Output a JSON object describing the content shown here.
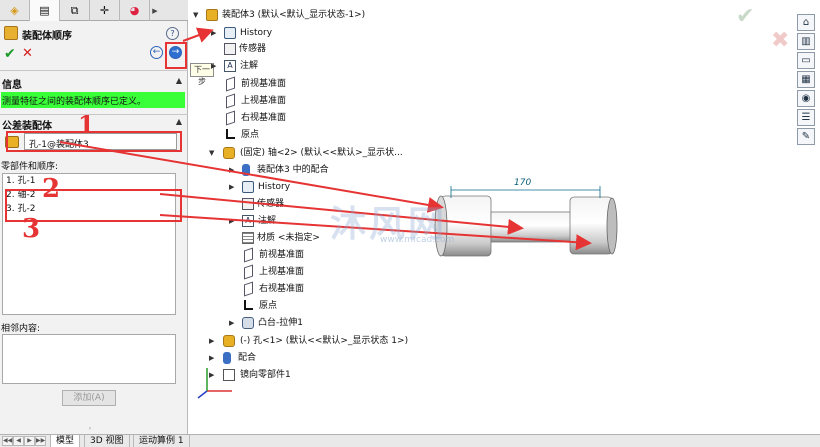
{
  "left_panel": {
    "pm_title": "装配体顺序",
    "next_tooltip": "下一步",
    "info": {
      "header": "信息",
      "message": "测量特征之间的装配体顺序已定义。"
    },
    "tolerance": {
      "header": "公差装配体",
      "field_value": "孔-1@装配体3"
    },
    "order": {
      "label": "零部件和顺序:",
      "items": [
        "1. 孔-1",
        "2. 轴-2",
        "3. 孔-2"
      ]
    },
    "neighbor": {
      "label": "相邻内容:"
    },
    "add_button": "添加(A)"
  },
  "tree": {
    "root": "装配体3  (默认<默认_显示状态-1>)",
    "history": "History",
    "sensors": "传感器",
    "annotations": "注解",
    "front_plane": "前视基准面",
    "top_plane": "上视基准面",
    "right_plane": "右视基准面",
    "origin": "原点",
    "shaft": "(固定) 轴<2> (默认<<默认>_显示状...",
    "shaft_mates": "装配体3 中的配合",
    "shaft_history": "History",
    "shaft_sensors": "传感器",
    "shaft_annotations": "注解",
    "shaft_material": "材质 <未指定>",
    "shaft_front": "前视基准面",
    "shaft_top": "上视基准面",
    "shaft_right": "右视基准面",
    "shaft_origin": "原点",
    "shaft_boss": "凸台-拉伸1",
    "hole": "(-) 孔<1> (默认<<默认>_显示状态 1>)",
    "mates": "配合",
    "mirror": "镜向零部件1"
  },
  "graphics": {
    "dimension": "170",
    "watermark": "沐风网",
    "watermark_url": "www.mfcad.com"
  },
  "annotations": {
    "mark1": "1",
    "mark2": "2",
    "mark3": "3"
  },
  "bottom_tabs": [
    "模型",
    "3D 视图",
    "运动算例 1"
  ],
  "colors": {
    "info_bg": "#39ff39",
    "annotation_red": "#e63333",
    "accent_blue": "#2e6fd0"
  }
}
